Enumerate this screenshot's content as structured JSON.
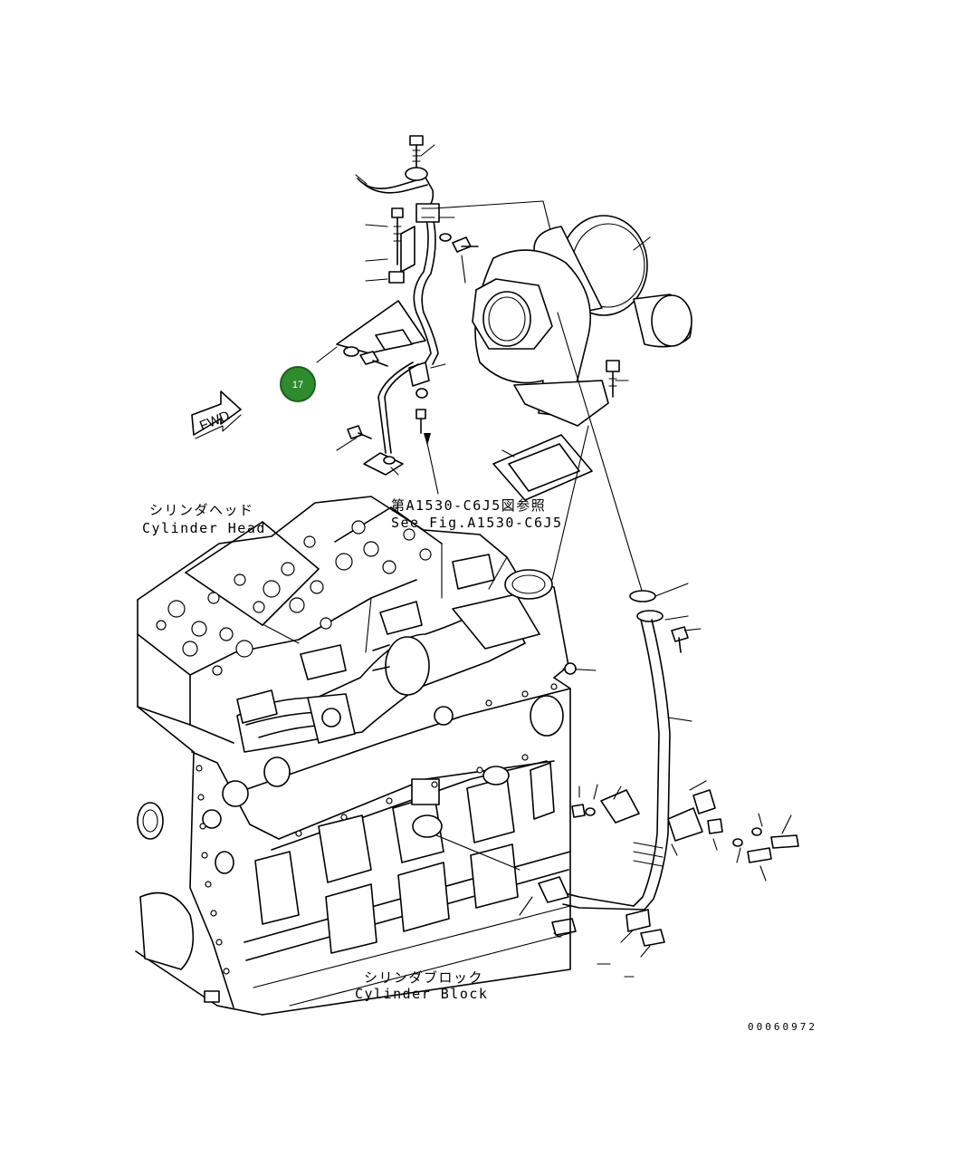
{
  "callout": {
    "number": "17",
    "color": "#2e8b2e"
  },
  "fwd_label": "FWD",
  "labels": {
    "cylinder_head_jp": "シリンダヘッド",
    "cylinder_head_en": "Cylinder Head",
    "see_fig_jp": "第A1530-C6J5図参照",
    "see_fig_en": "See Fig.A1530-C6J5",
    "cylinder_block_jp": "シリンダブロック",
    "cylinder_block_en": "Cylinder Block"
  },
  "drawing_number": "00060972"
}
